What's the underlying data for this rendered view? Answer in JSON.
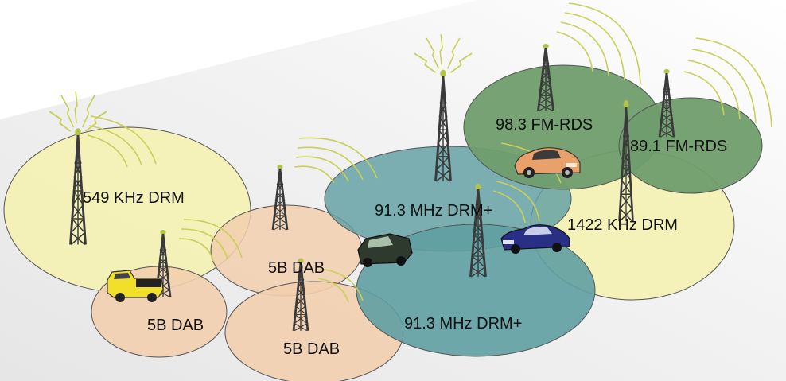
{
  "colors": {
    "drm_lowband": "#f4f2b2",
    "dab": "#f2cfae",
    "drm_plus": "#5f9fa2",
    "fm_rds": "#6f9d6d",
    "signal_waves": "#c9cf58",
    "tower": "#3a3a3a",
    "tower_tip": "#b3c34a"
  },
  "coverage_areas": [
    {
      "id": "drm-549",
      "label": "549 KHz DRM",
      "color": "#f4f2b2"
    },
    {
      "id": "dab-1",
      "label": "5B DAB",
      "color": "#f2cfae"
    },
    {
      "id": "dab-2",
      "label": "5B DAB",
      "color": "#f2cfae"
    },
    {
      "id": "dab-3",
      "label": "5B DAB",
      "color": "#f2cfae"
    },
    {
      "id": "drm-plus-1",
      "label": "91.3 MHz DRM+",
      "color": "#5f9fa2"
    },
    {
      "id": "drm-plus-2",
      "label": "91.3 MHz DRM+",
      "color": "#5f9fa2"
    },
    {
      "id": "fm-98",
      "label": "98.3 FM-RDS",
      "color": "#6f9d6d"
    },
    {
      "id": "fm-89",
      "label": "89.1 FM-RDS",
      "color": "#6f9d6d"
    },
    {
      "id": "drm-1422",
      "label": "1422 KHz DRM",
      "color": "#f4f2b2"
    }
  ],
  "icons": {
    "tower": "radio-tower-icon",
    "pickup": "pickup-truck-icon",
    "sports_car": "sports-car-icon",
    "hatchback": "hatchback-car-icon",
    "sedan": "sedan-car-icon"
  }
}
